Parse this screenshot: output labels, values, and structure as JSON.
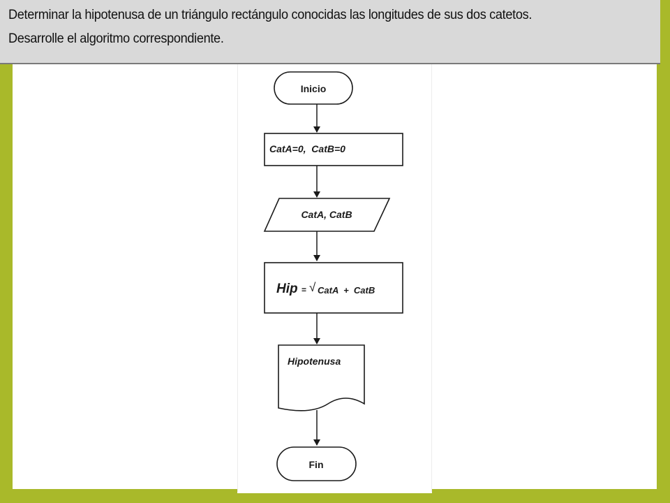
{
  "header": {
    "line1": "Determinar la hipotenusa de un triángulo rectángulo conocidas las longitudes de sus dos catetos.",
    "line2": "Desarrolle el algoritmo correspondiente."
  },
  "flowchart": {
    "start_label": "Inicio",
    "init_label": "CatA=0,  CatB=0",
    "input_label": "CatA, CatB",
    "process": {
      "lhs": "Hip",
      "equals": "=",
      "sqrt": "√",
      "rhs": "CatA  +  CatB"
    },
    "output_label": "Hipotenusa",
    "end_label": "Fin"
  },
  "colors": {
    "frame": "#a9b92a",
    "header_bg": "#d9d9d9",
    "stroke": "#1a1a1a"
  }
}
